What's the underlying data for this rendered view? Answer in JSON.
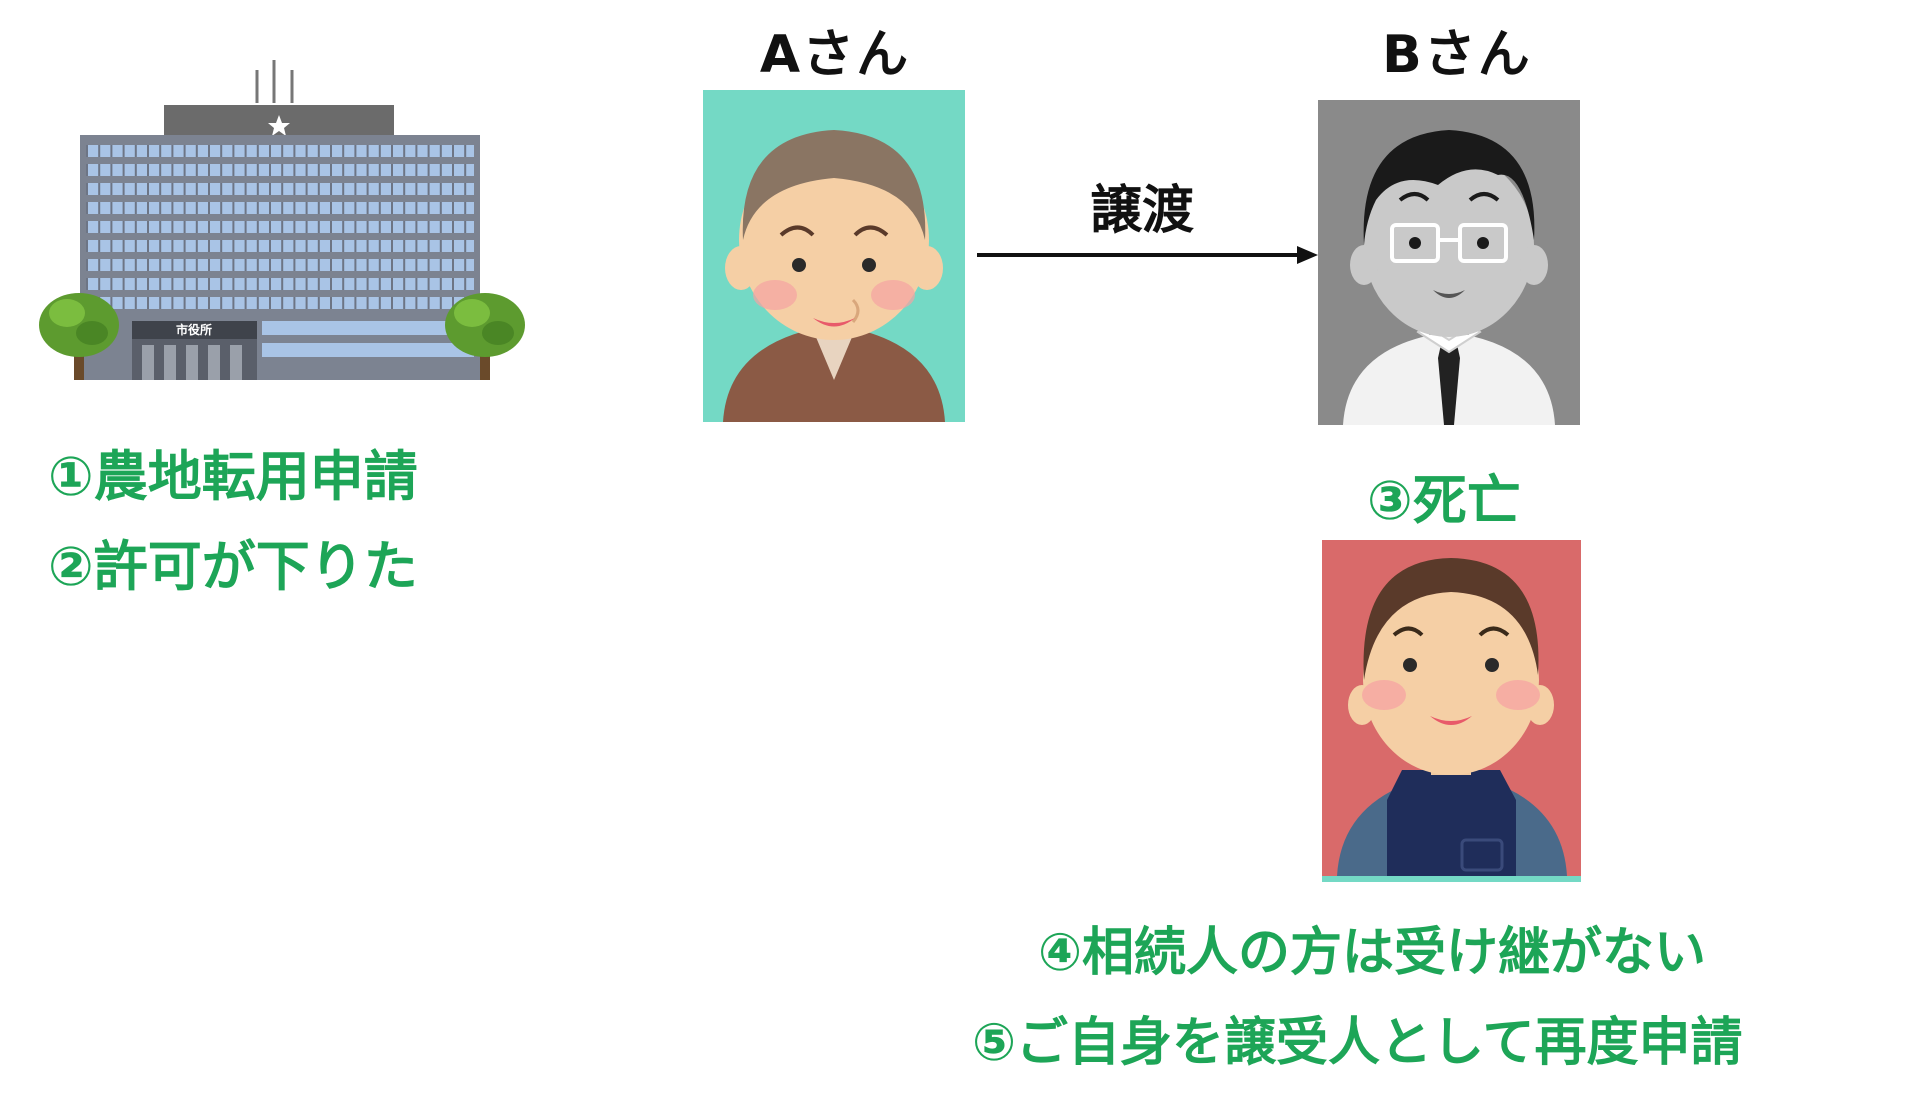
{
  "building": {
    "sign_text": "市役所"
  },
  "steps_left": [
    {
      "text": "①農地転用申請"
    },
    {
      "text": "②許可が下りた"
    }
  ],
  "person_a": {
    "label": "Aさん",
    "bg_color": "#74d9c5"
  },
  "person_b": {
    "label": "Bさん",
    "bg_color": "#8a8a8a"
  },
  "transfer": {
    "label": "譲渡"
  },
  "death_step": {
    "text": "③死亡"
  },
  "heir": {
    "bg_color": "#d96a6a"
  },
  "steps_bottom": [
    {
      "text": "④相続人の方は受け継がない"
    },
    {
      "text": "⑤ご自身を譲受人として再度申請"
    }
  ],
  "colors": {
    "accent_green": "#1da557",
    "text_dark": "#111111"
  }
}
